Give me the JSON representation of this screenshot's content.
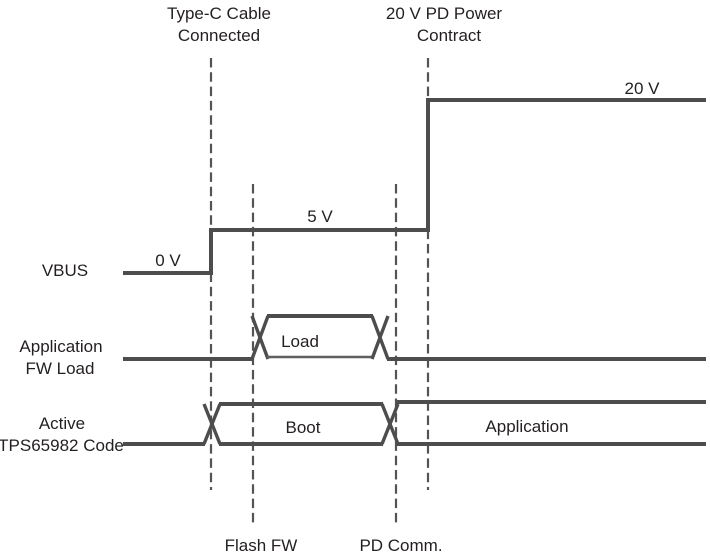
{
  "figure": {
    "kind": "timing-diagram",
    "colors": {
      "waveform": "#4d4d4d",
      "guideline": "#545454",
      "text": "#231f20",
      "background": "#ffffff"
    },
    "events": {
      "typec": {
        "line1": "Type-C Cable",
        "line2": "Connected"
      },
      "pd_contract": {
        "line1": "20 V PD Power",
        "line2": "Contract"
      },
      "flash_fw": {
        "label": "Flash FW"
      },
      "pd_comm": {
        "label": "PD Comm."
      }
    },
    "signals": {
      "vbus": {
        "name": "VBUS",
        "level_initial": "0 V",
        "level_mid": "5 V",
        "level_final": "20 V"
      },
      "app_fw_load": {
        "name_line1": "Application",
        "name_line2": "FW Load",
        "state": "Load"
      },
      "active_code": {
        "name_line1": "Active",
        "name_line2": "TPS65982 Code",
        "state_boot": "Boot",
        "state_application": "Application"
      }
    }
  }
}
